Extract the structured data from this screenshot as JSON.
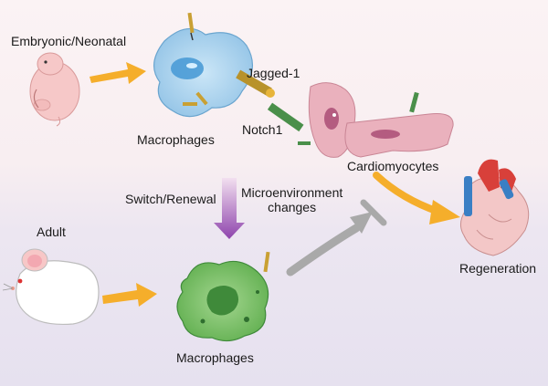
{
  "labels": {
    "embryonic": "Embryonic/Neonatal",
    "macrophages_top": "Macrophages",
    "jagged": "Jagged-1",
    "notch": "Notch1",
    "cardiomyocytes": "Cardiomyocytes",
    "switch": "Switch/Renewal",
    "microenv_line1": "Microenvironment",
    "microenv_line2": "changes",
    "adult": "Adult",
    "macrophages_bottom": "Macrophages",
    "regeneration": "Regeneration"
  },
  "colors": {
    "arrow_orange": "#f5ae2b",
    "arrow_gray": "#a9a9a9",
    "arrow_purple": "#9b59b6",
    "macrophage_blue": "#a9d3ee",
    "macrophage_green": "#7cc36b",
    "cardiomyocyte_pink": "#e7aab6",
    "heart_red": "#d8403a",
    "heart_blue": "#3a7fc4"
  }
}
